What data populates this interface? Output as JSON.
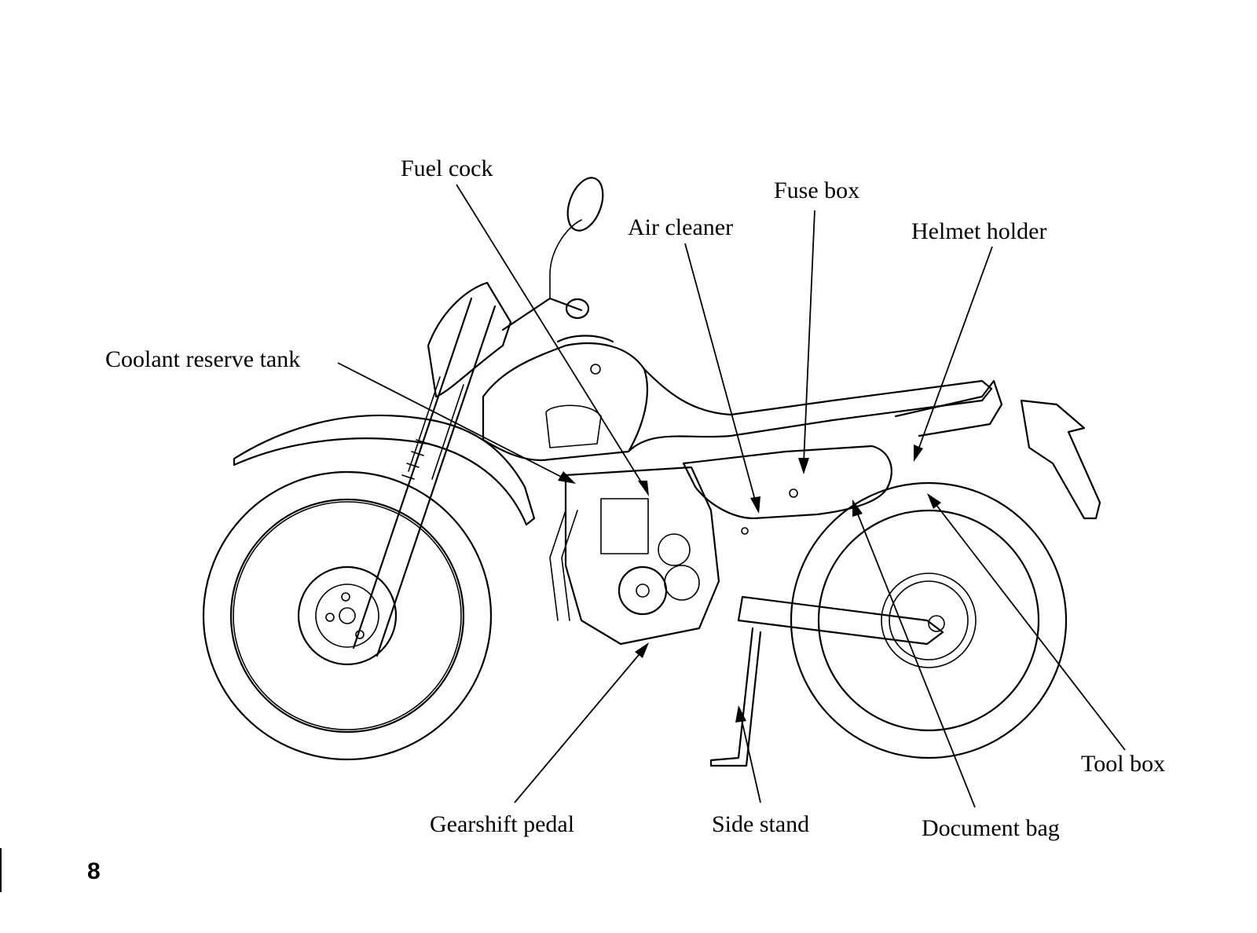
{
  "labels": {
    "fuel_cock": "Fuel cock",
    "fuse_box": "Fuse box",
    "air_cleaner": "Air cleaner",
    "helmet_holder": "Helmet holder",
    "coolant_reserve_tank": "Coolant reserve tank",
    "tool_box": "Tool box",
    "gearshift_pedal": "Gearshift pedal",
    "side_stand": "Side stand",
    "document_bag": "Document bag"
  },
  "page_number": "8",
  "colors": {
    "ink": "#000000",
    "paper": "#ffffff"
  }
}
